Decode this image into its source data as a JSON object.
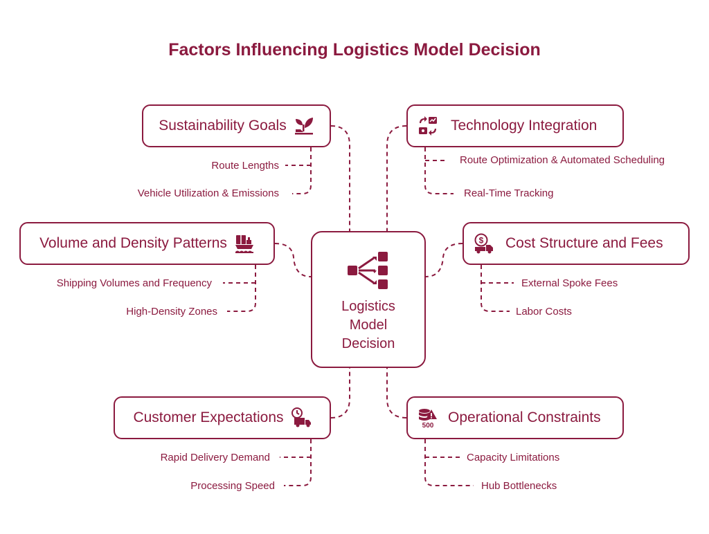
{
  "title": "Factors Influencing Logistics Model Decision",
  "center": {
    "lines": [
      "Logistics",
      "Model",
      "Decision"
    ],
    "icon": "flow-network-icon"
  },
  "accent_color": "#8b1a3f",
  "nodes": {
    "sustainability": {
      "label": "Sustainability Goals",
      "icon": "eco-plant-icon",
      "subs": [
        "Route Lengths",
        "Vehicle Utilization & Emissions"
      ]
    },
    "technology": {
      "label": "Technology Integration",
      "icon": "tech-integration-icon",
      "subs": [
        "Route Optimization & Automated Scheduling",
        "Real-Time Tracking"
      ]
    },
    "volume": {
      "label": "Volume and Density Patterns",
      "icon": "cargo-ship-icon",
      "subs": [
        "Shipping Volumes and Frequency",
        "High-Density Zones"
      ]
    },
    "cost": {
      "label": "Cost Structure and Fees",
      "icon": "money-truck-icon",
      "subs": [
        "External Spoke Fees",
        "Labor Costs"
      ]
    },
    "customer": {
      "label": "Customer Expectations",
      "icon": "delivery-clock-icon",
      "subs": [
        "Rapid Delivery Demand",
        "Processing Speed"
      ]
    },
    "operational": {
      "label": "Operational Constraints",
      "icon": "capacity-warning-icon",
      "subs": [
        "Capacity Limitations",
        "Hub Bottlenecks"
      ],
      "icon_text": "500"
    }
  }
}
